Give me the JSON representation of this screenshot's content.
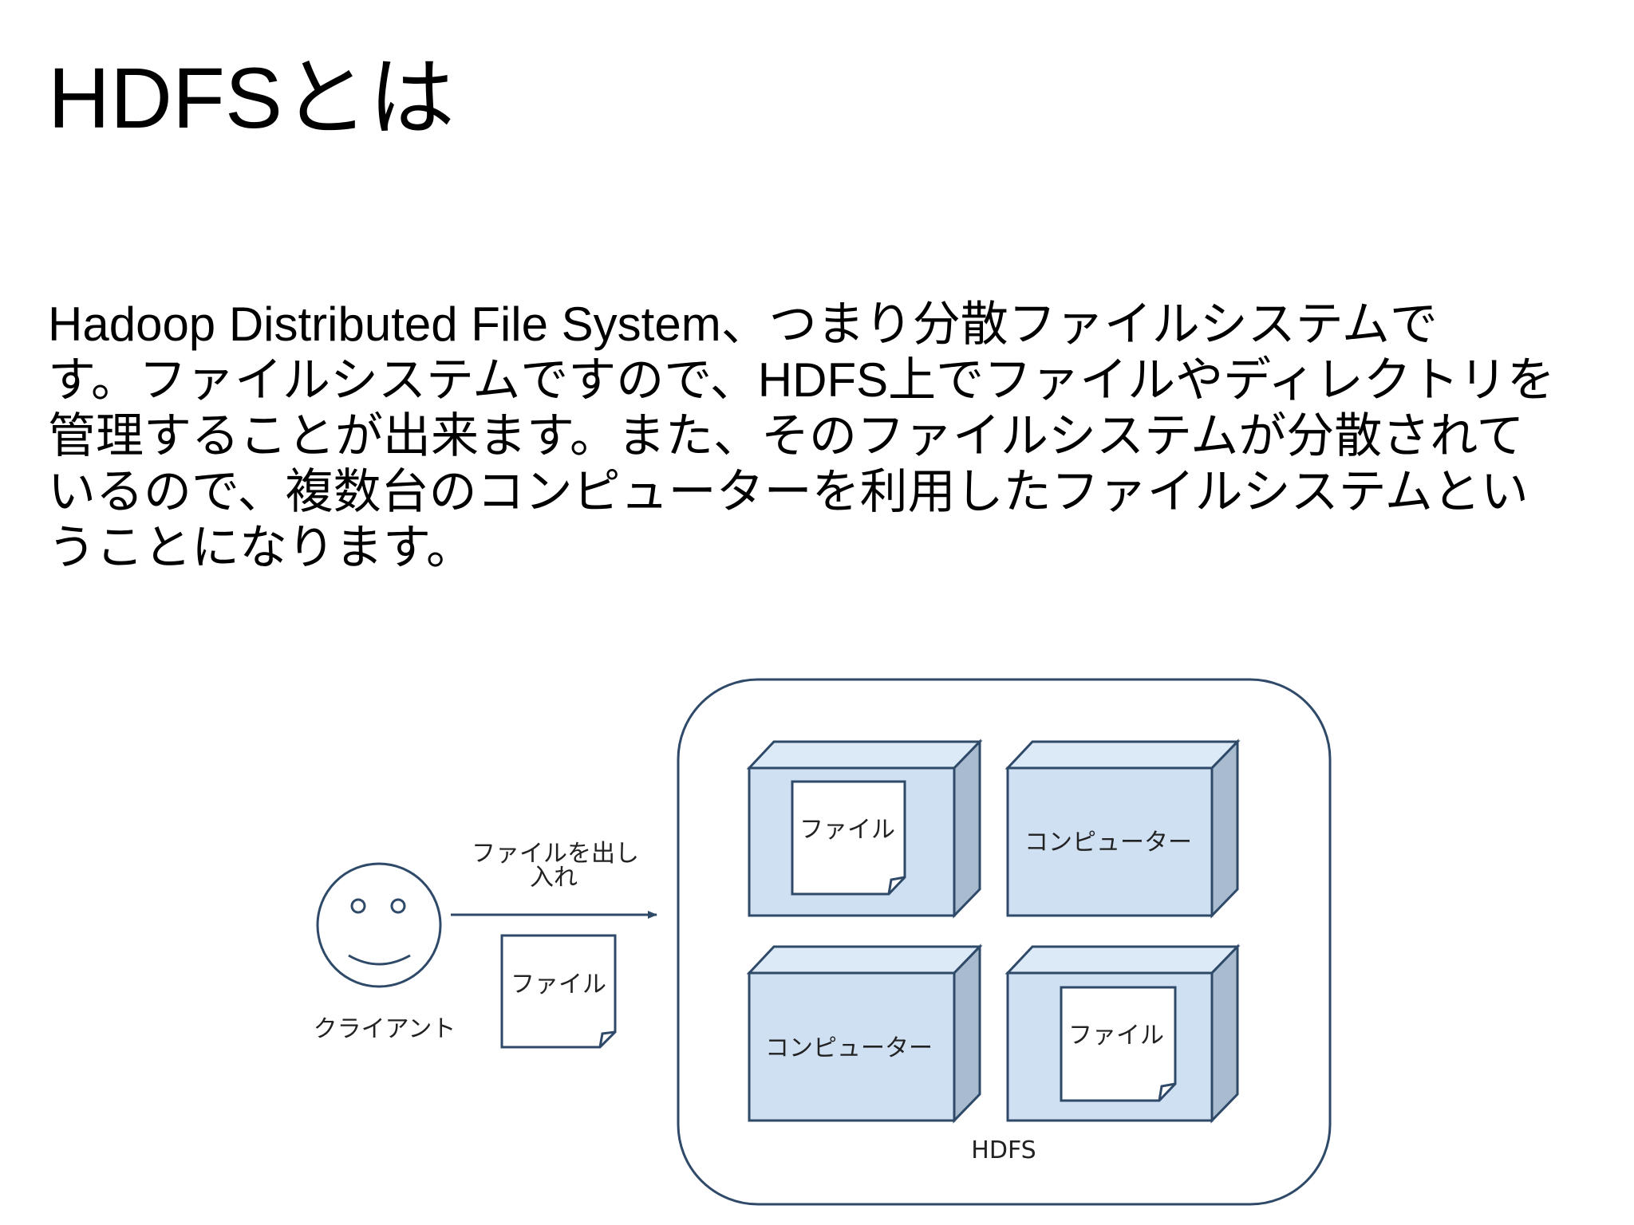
{
  "slide": {
    "title": "HDFSとは",
    "body_lines": [
      "Hadoop Distributed File System、つまり分散ファイルシステムで",
      "す。ファイルシステムですので、HDFS上でファイルやディレクトリを",
      "管理することが出来ます。また、そのファイルシステムが分散されて",
      "いるので、複数台のコンピューターを利用したファイルシステムとい",
      "うことになります。"
    ]
  },
  "diagram": {
    "client_label": "クライアント",
    "arrow_label_line1": "ファイルを出し",
    "arrow_label_line2": "入れ",
    "client_file_label": "ファイル",
    "hdfs_label": "HDFS",
    "nodes": [
      {
        "label": "ファイル",
        "kind": "file"
      },
      {
        "label": "コンピューター",
        "kind": "computer"
      },
      {
        "label": "コンピューター",
        "kind": "computer"
      },
      {
        "label": "ファイル",
        "kind": "file"
      }
    ],
    "colors": {
      "box_front": "#cfe0f3",
      "box_top": "#dce9f6",
      "box_side": "#a9bccf",
      "stroke": "#2f4a68",
      "arrow": "#2f4a68"
    }
  }
}
